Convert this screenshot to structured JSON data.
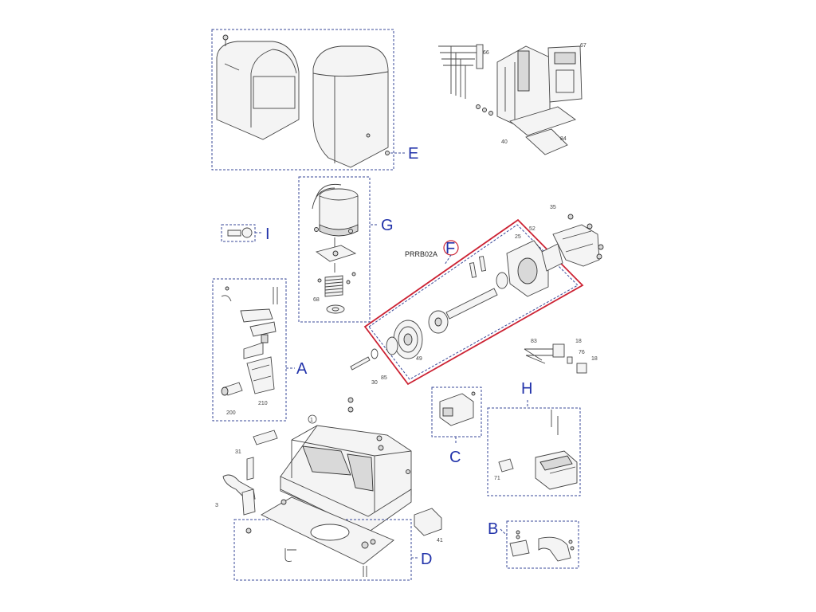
{
  "group_labels": {
    "A": "A",
    "B": "B",
    "C": "C",
    "D": "D",
    "E": "E",
    "F": "F",
    "G": "G",
    "H": "H",
    "I": "I"
  },
  "part_code": "PRRB02A",
  "part_numbers": {
    "n66": "66",
    "n67": "67",
    "n40": "40",
    "n84": "84",
    "n35": "35",
    "n25": "25",
    "n52": "52",
    "n68": "68",
    "n49": "49",
    "n30": "30",
    "n85": "85",
    "n83": "83",
    "n18a": "18",
    "n76": "76",
    "n18b": "18",
    "n200": "200",
    "n210": "210",
    "n1": "1",
    "n31": "31",
    "n3": "3",
    "n41": "41",
    "n71": "71"
  },
  "colors": {
    "label_blue": "#2233aa",
    "highlight_red": "#cc2233",
    "dash_blue": "#3a4a9a"
  }
}
